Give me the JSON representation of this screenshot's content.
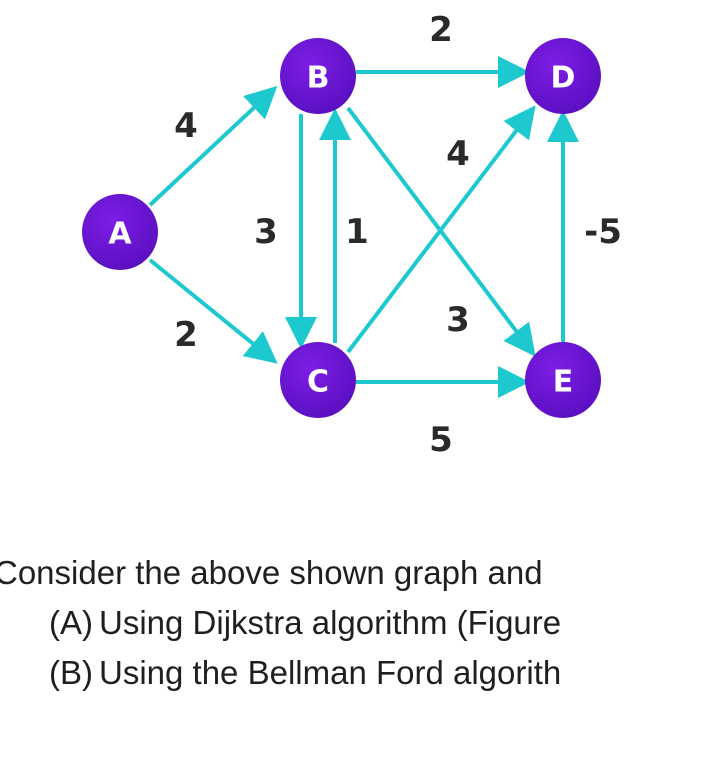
{
  "graph": {
    "node_color": "#7d1ee6",
    "node_color_dark": "#5a0fbf",
    "edge_color": "#1ec8cf",
    "nodes": [
      {
        "id": "A",
        "label": "A"
      },
      {
        "id": "B",
        "label": "B"
      },
      {
        "id": "C",
        "label": "C"
      },
      {
        "id": "D",
        "label": "D"
      },
      {
        "id": "E",
        "label": "E"
      }
    ],
    "edges": [
      {
        "from": "A",
        "to": "B",
        "weight": "4"
      },
      {
        "from": "A",
        "to": "C",
        "weight": "2"
      },
      {
        "from": "B",
        "to": "C",
        "weight": "3"
      },
      {
        "from": "C",
        "to": "B",
        "weight": "1"
      },
      {
        "from": "B",
        "to": "D",
        "weight": "2"
      },
      {
        "from": "C",
        "to": "D",
        "weight": "4"
      },
      {
        "from": "B",
        "to": "E",
        "weight": "3"
      },
      {
        "from": "C",
        "to": "E",
        "weight": "5"
      },
      {
        "from": "E",
        "to": "D",
        "weight": "-5"
      }
    ]
  },
  "question": {
    "intro": "Consider the above shown graph and",
    "options": [
      {
        "letter": "(A)",
        "text": "Using Dijkstra algorithm (Figure"
      },
      {
        "letter": "(B)",
        "text": "Using the Bellman Ford algorith"
      }
    ]
  }
}
